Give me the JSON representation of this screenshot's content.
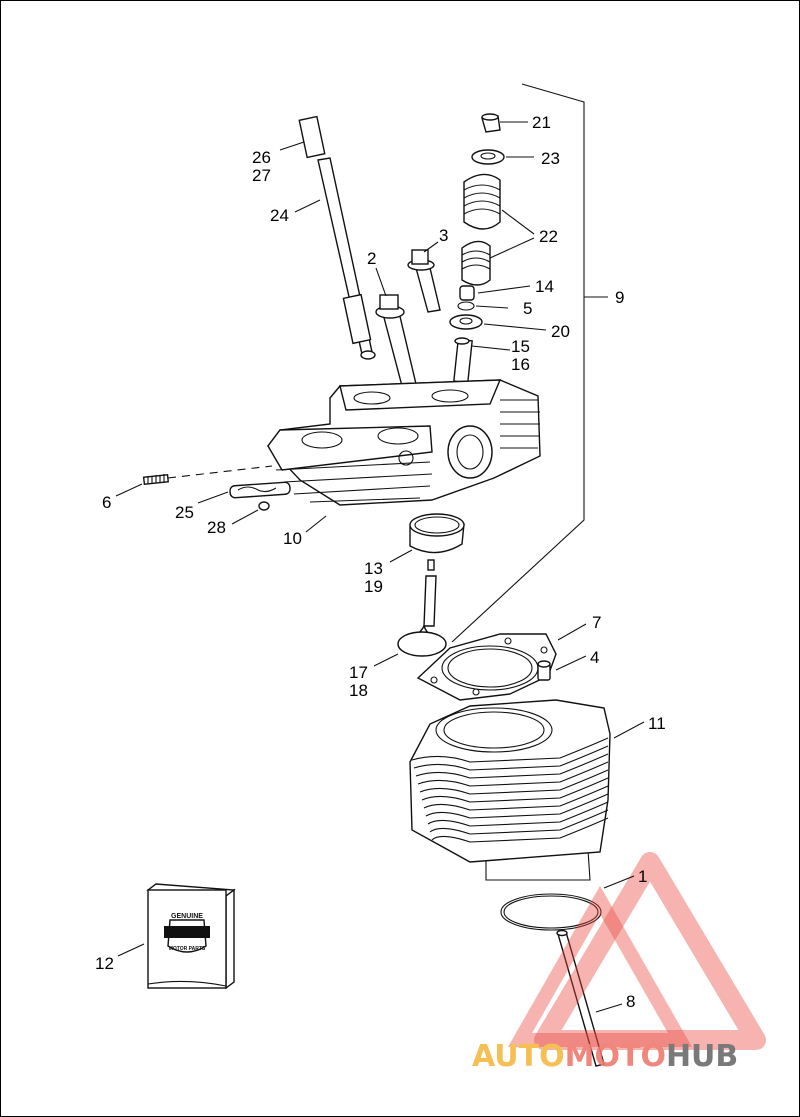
{
  "labels": {
    "l1": "1",
    "l2": "2",
    "l3": "3",
    "l4": "4",
    "l5": "5",
    "l6": "6",
    "l7": "7",
    "l8": "8",
    "l9": "9",
    "l10": "10",
    "l11": "11",
    "l12": "12",
    "l13": "13",
    "l14": "14",
    "l15": "15",
    "l16": "16",
    "l17": "17",
    "l18": "18",
    "l19": "19",
    "l20": "20",
    "l21": "21",
    "l22": "22",
    "l23": "23",
    "l24": "24",
    "l25": "25",
    "l26": "26",
    "l27": "27",
    "l28": "28"
  },
  "box_logo": {
    "top": "GENUINE",
    "bottom": "MOTOR PARTS"
  },
  "watermark": {
    "part1": "AUTO",
    "part2": "MOTO",
    "part3": "HUB",
    "color1": "#f5b942",
    "color2": "#f07a70",
    "color3": "#6b6b6b",
    "triangle_color": "#e8453c"
  }
}
